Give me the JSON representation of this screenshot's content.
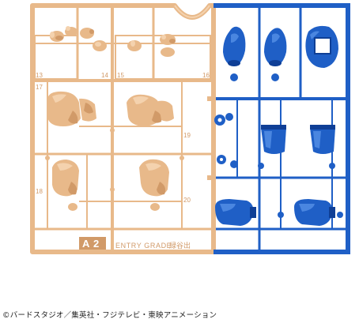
{
  "photo": {
    "subject": "plastic-model-runner-sprues",
    "colors": {
      "tan": "#e8b98a",
      "tan_dark": "#d19a68",
      "tan_light": "#f4d2ae",
      "blue": "#1f5fc6",
      "blue_dark": "#0f3f96",
      "blue_light": "#4a86e0",
      "background": "#ffffff"
    }
  },
  "tan_runner": {
    "tag_letter": "A",
    "tag_number": "2",
    "product_text": "ENTRY GRADE",
    "product_suffix": "緑谷出",
    "part_numbers": [
      "13",
      "14",
      "15",
      "16",
      "17",
      "18",
      "19",
      "20"
    ]
  },
  "copyright": "©バードスタジオ／集英社・フジテレビ・東映アニメーション"
}
